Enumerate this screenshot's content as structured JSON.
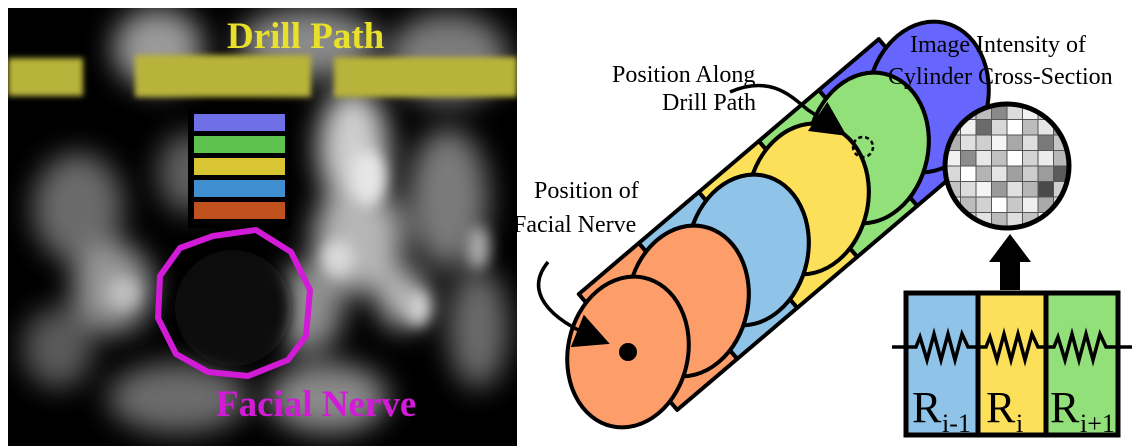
{
  "ct_panel": {
    "drill_path_title": "Drill Path",
    "facial_nerve_title": "Facial Nerve",
    "colors": {
      "drill_path": "#e8e02a",
      "drill_band": "#b8b43a",
      "facial_nerve": "#d21bd6",
      "background": "#000000"
    },
    "stack_colors": [
      "#6f70e8",
      "#5fc24e",
      "#d9c532",
      "#3f8fd0",
      "#c0501e"
    ]
  },
  "diagram": {
    "position_along_line1": "Position Along",
    "position_along_line2": "Drill Path",
    "facial_line1": "Position of",
    "facial_line2": "Facial Nerve",
    "intensity_line1": "Image Intensity of",
    "intensity_line2": "Cylinder Cross-Section",
    "cylinder_colors": [
      "#fd9e6a",
      "#8fc3e8",
      "#fde05a",
      "#92e07a",
      "#6666ff"
    ],
    "resistors": [
      {
        "base": "R",
        "sub": "i-1",
        "color": "#8fc3e8"
      },
      {
        "base": "R",
        "sub": "i",
        "color": "#fde05a"
      },
      {
        "base": "R",
        "sub": "i+1",
        "color": "#92e07a"
      }
    ]
  }
}
